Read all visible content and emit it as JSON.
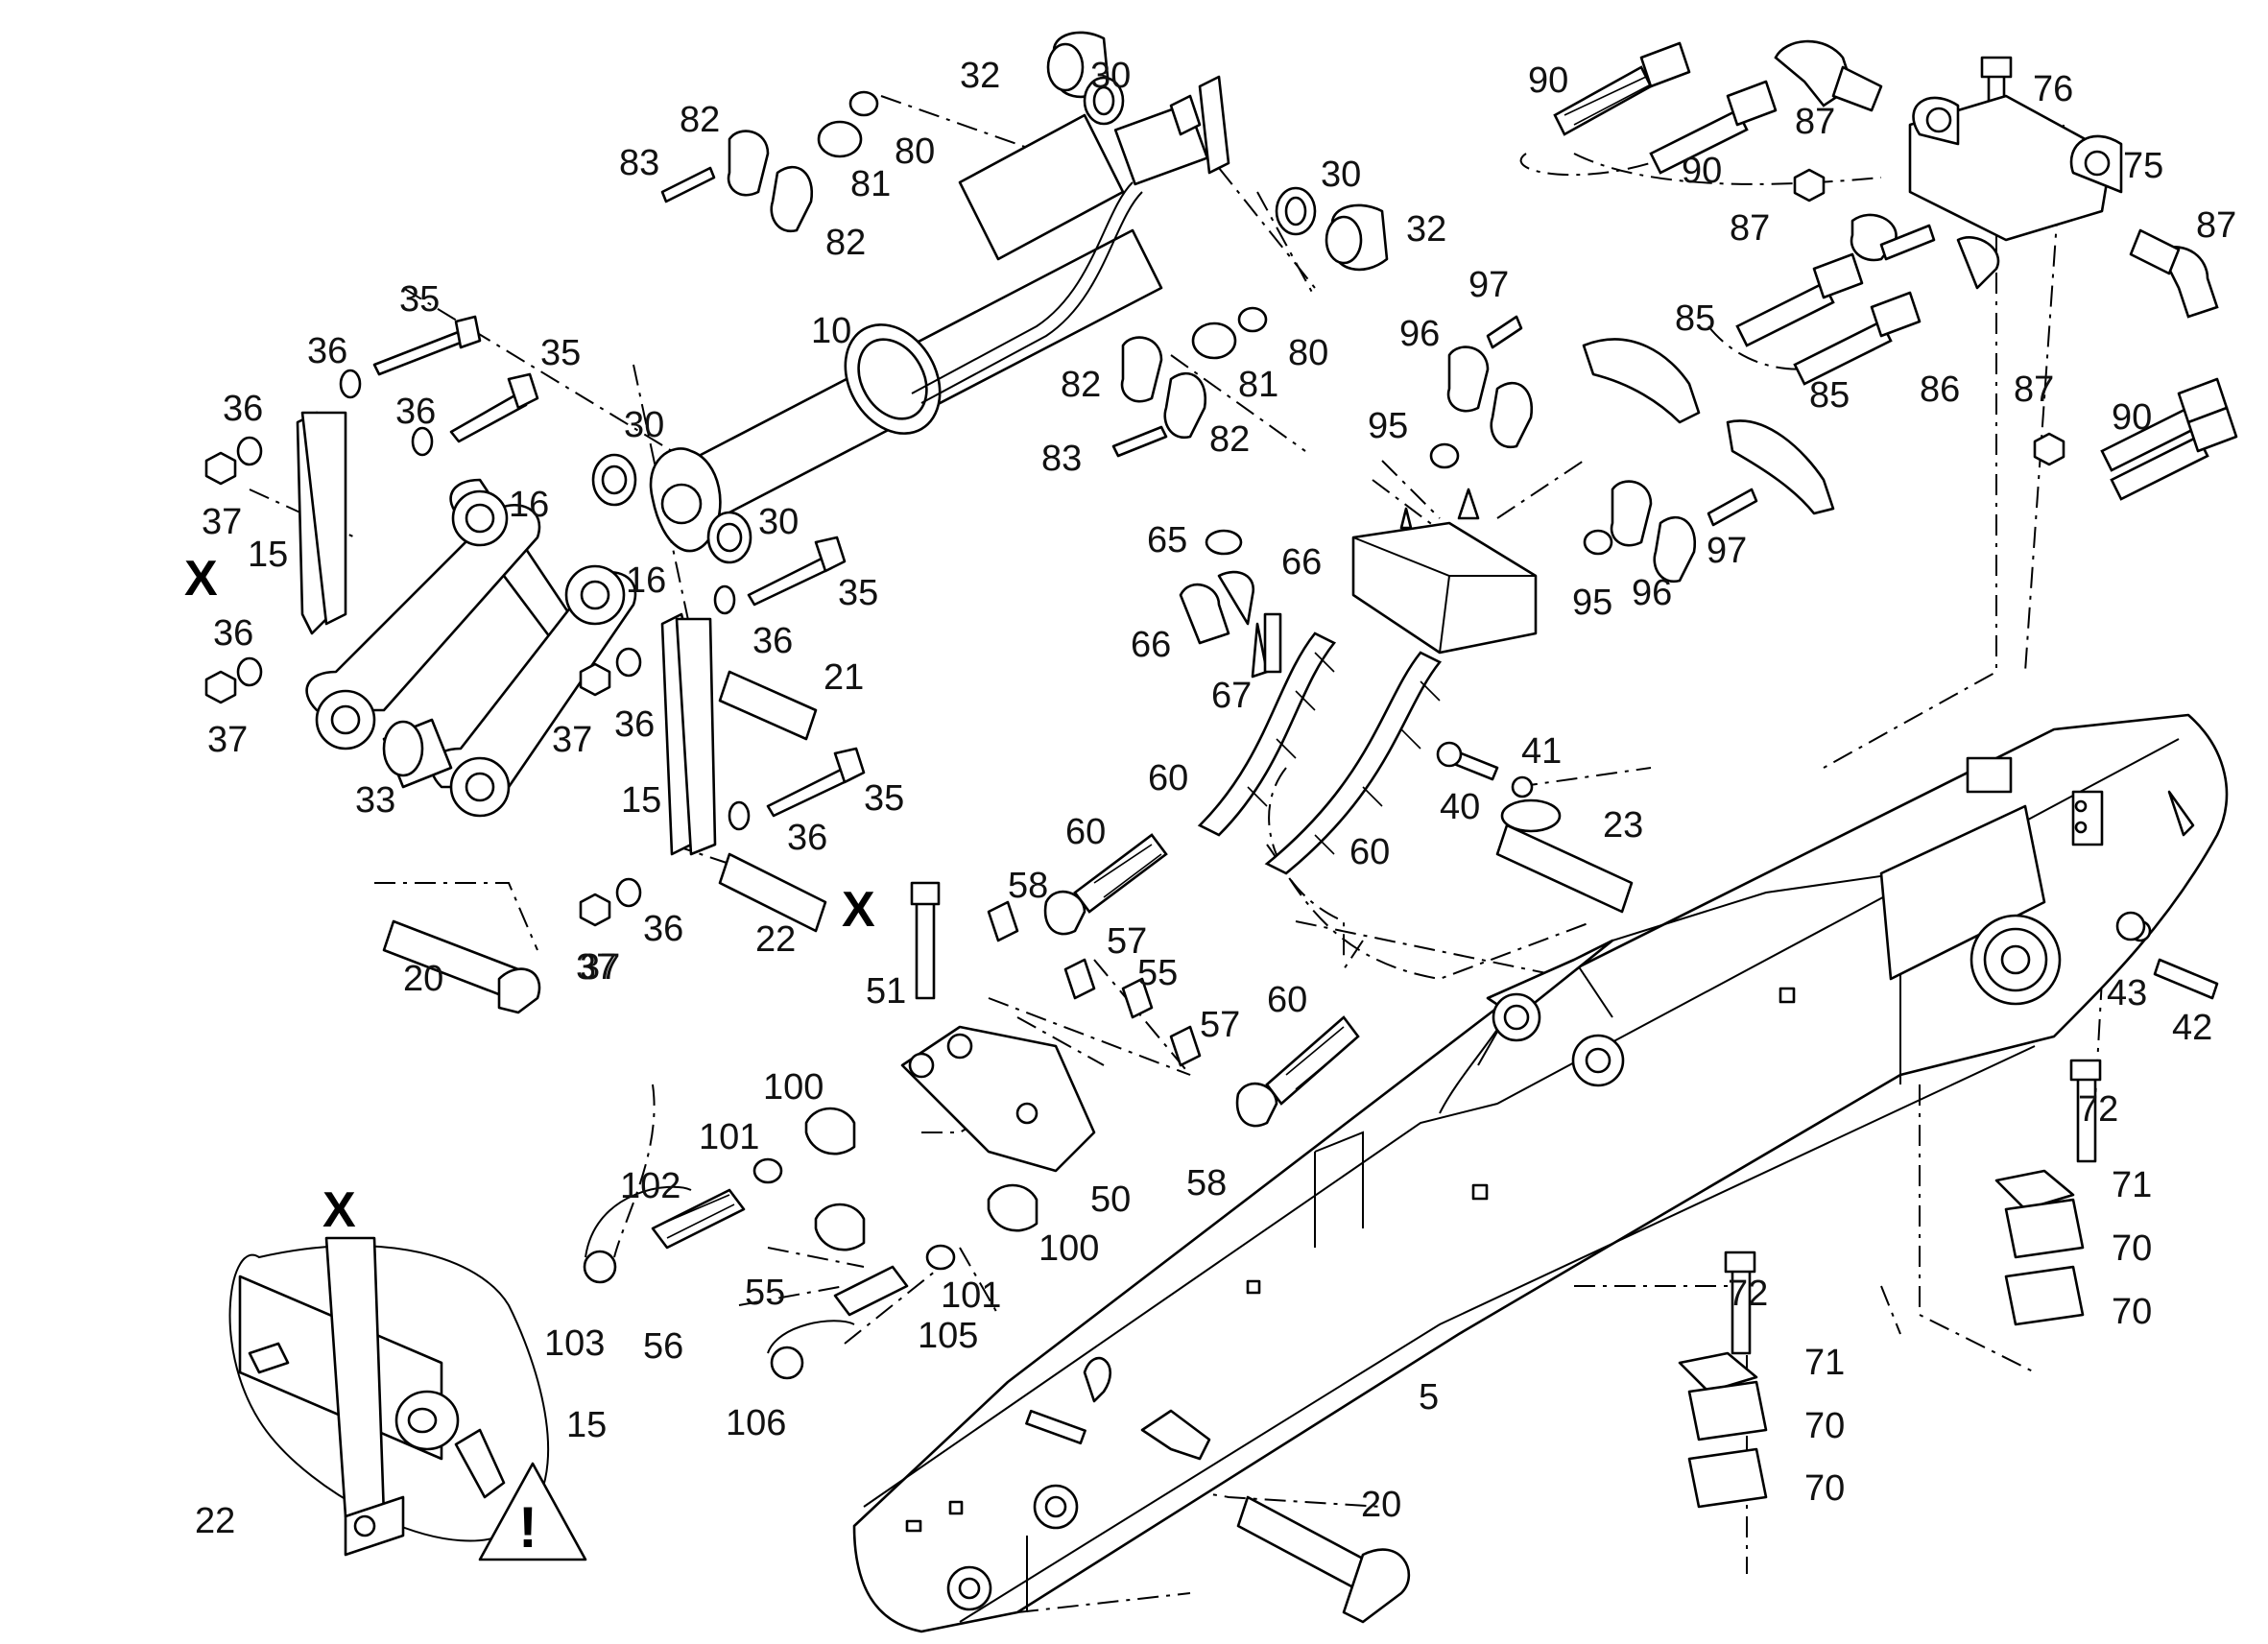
{
  "callouts": [
    "32",
    "30",
    "80",
    "81",
    "82",
    "83",
    "82",
    "30",
    "32",
    "10",
    "82",
    "81",
    "80",
    "83",
    "82",
    "35",
    "36",
    "35",
    "36",
    "36",
    "37",
    "15",
    "16",
    "16",
    "30",
    "30",
    "35",
    "36",
    "36",
    "37",
    "36",
    "37",
    "33",
    "37",
    "21",
    "35",
    "15",
    "36",
    "22",
    "20",
    "37",
    "36",
    "90",
    "90",
    "87",
    "76",
    "75",
    "87",
    "87",
    "97",
    "96",
    "95",
    "85",
    "85",
    "86",
    "87",
    "90",
    "65",
    "66",
    "66",
    "67",
    "95",
    "96",
    "97",
    "41",
    "40",
    "23",
    "60",
    "60",
    "60",
    "58",
    "57",
    "55",
    "57",
    "51",
    "60",
    "100",
    "101",
    "102",
    "103",
    "56",
    "55",
    "101",
    "100",
    "58",
    "50",
    "105",
    "106",
    "5",
    "20",
    "72",
    "71",
    "70",
    "70",
    "72",
    "71",
    "70",
    "70",
    "43",
    "42",
    "15",
    "22"
  ],
  "detail_marks": {
    "x_top": "X",
    "x_left": "X",
    "x_pin": "X"
  },
  "warning_symbol": "!",
  "colors": {
    "line": "#000000",
    "background": "#ffffff"
  }
}
